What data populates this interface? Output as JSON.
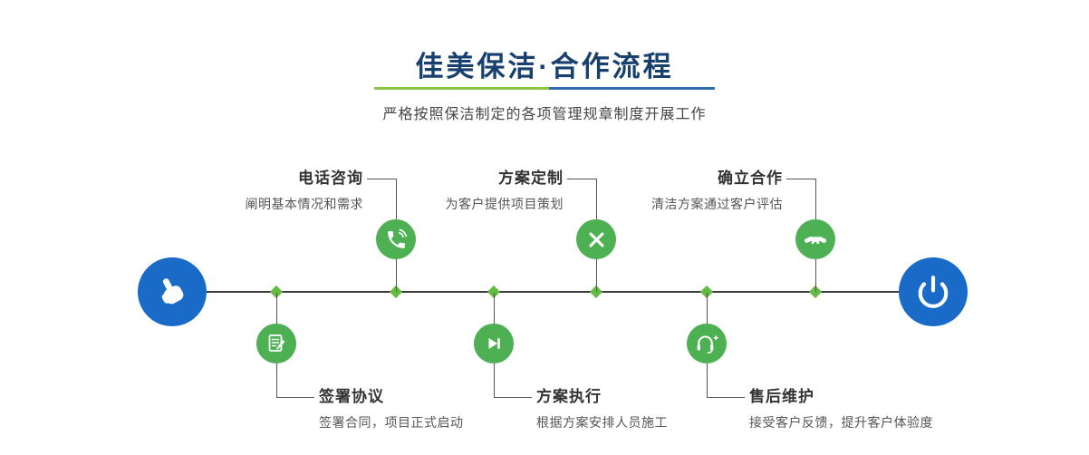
{
  "header": {
    "title": "佳美保洁·合作流程",
    "subtitle": "严格按照保洁制定的各项管理规章制度开展工作"
  },
  "timeline": {
    "start_icon": "pointing-hand-icon",
    "end_icon": "power-icon"
  },
  "steps_top": [
    {
      "title": "电话咨询",
      "desc": "阐明基本情况和需求",
      "icon": "phone-icon"
    },
    {
      "title": "方案定制",
      "desc": "为客户提供项目策划",
      "icon": "design-tools-icon"
    },
    {
      "title": "确立合作",
      "desc": "清洁方案通过客户评估",
      "icon": "handshake-icon"
    }
  ],
  "steps_bottom": [
    {
      "title": "签署协议",
      "desc": "签署合同，项目正式启动",
      "icon": "contract-icon"
    },
    {
      "title": "方案执行",
      "desc": "根据方案安排人员施工",
      "icon": "play-execute-icon"
    },
    {
      "title": "售后维护",
      "desc": "接受客户反馈，提升客户体验度",
      "icon": "headset-support-icon"
    }
  ],
  "colors": {
    "title_blue": "#18406e",
    "endpoint_blue": "#1a6bc8",
    "node_green": "#4db052",
    "diamond_green": "#66bb44",
    "divider_green": "#8cc63e",
    "divider_blue": "#2f6db5",
    "line_dark": "#3a3a3a"
  }
}
